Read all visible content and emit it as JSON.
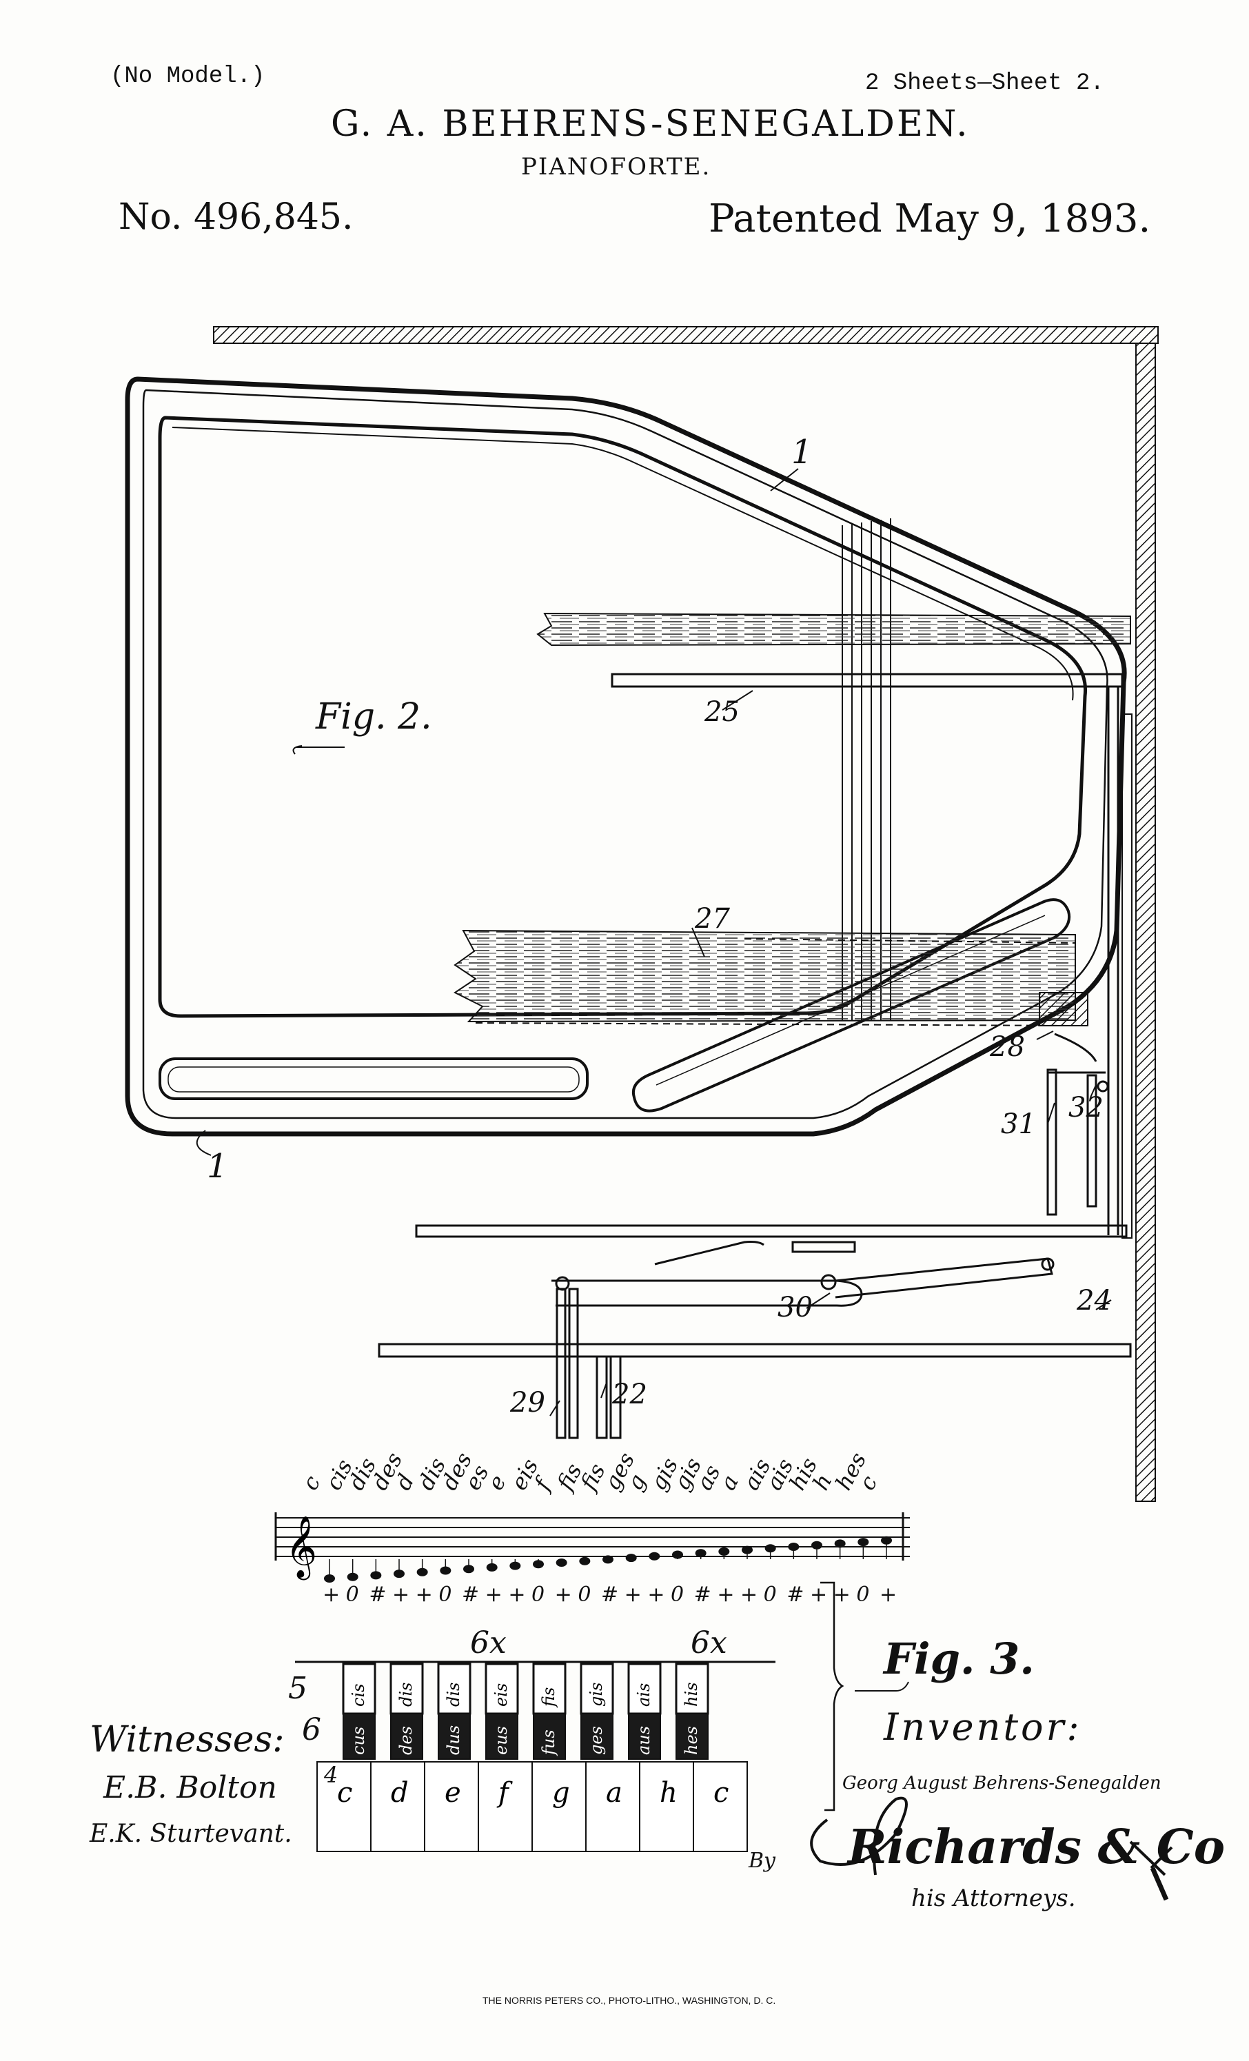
{
  "header": {
    "model_note": "(No Model.)",
    "sheets": "2 Sheets—Sheet 2.",
    "inventor_name": "G. A. BEHRENS-SENEGALDEN.",
    "title": "PIANOFORTE.",
    "patent_number": "No. 496,845.",
    "patented_date": "Patented May 9, 1893."
  },
  "figures": {
    "fig2_label": "Fig. 2.",
    "fig3_label": "Fig. 3."
  },
  "reference_numerals": {
    "r1_top": "1",
    "r1_bottom": "1",
    "r25": "25",
    "r27": "27",
    "r28": "28",
    "r31": "31",
    "r32": "32",
    "r30": "30",
    "r24": "24",
    "r29": "29",
    "r22": "22",
    "r5": "5",
    "r6": "6",
    "r6x_a": "6x",
    "r6x_b": "6x",
    "r4": "4"
  },
  "staff": {
    "note_names": [
      "c",
      "cis",
      "dis",
      "des",
      "d",
      "dis",
      "des",
      "es",
      "e",
      "eis",
      "f",
      "fis",
      "fis",
      "ges",
      "g",
      "gis",
      "gis",
      "as",
      "a",
      "ais",
      "ais",
      "his",
      "h",
      "hes",
      "c"
    ],
    "accidentals": [
      "+",
      "0",
      "#",
      "+",
      "+",
      "0",
      "#",
      "+",
      "+",
      "0",
      "+",
      "0",
      "#",
      "+",
      "+",
      "0",
      "#",
      "+",
      "+",
      "0",
      "#",
      "+",
      "+",
      "0",
      "+"
    ]
  },
  "keyboard": {
    "white_keys": [
      "c",
      "d",
      "e",
      "f",
      "g",
      "a",
      "h",
      "c"
    ],
    "black_keys": [
      {
        "upper": "cis",
        "lower": "cus"
      },
      {
        "upper": "dis",
        "lower": "des"
      },
      {
        "upper": "dis",
        "lower": "dus"
      },
      {
        "upper": "eis",
        "lower": "eus"
      },
      {
        "upper": "fis",
        "lower": "fus"
      },
      {
        "upper": "gis",
        "lower": "ges"
      },
      {
        "upper": "ais",
        "lower": "aus"
      },
      {
        "upper": "his",
        "lower": "hes"
      }
    ]
  },
  "signatures": {
    "witnesses_label": "Witnesses:",
    "witness1": "E.B. Bolton",
    "witness2": "E.K. Sturtevant.",
    "inventor_label": "Inventor:",
    "inventor_signature": "Georg August Behrens-Senegalden",
    "by": "By",
    "attorneys_signature": "Richards & Co",
    "attorneys_label": "his Attorneys."
  },
  "footer": {
    "printer": "THE NORRIS PETERS CO., PHOTO-LITHO., WASHINGTON, D. C."
  }
}
